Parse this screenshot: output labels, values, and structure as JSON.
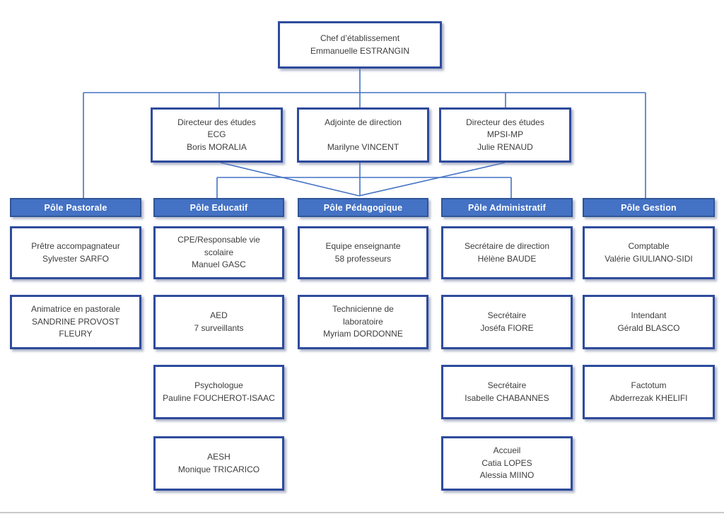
{
  "colors": {
    "box_border": "#2e4b9c",
    "header_fill": "#4472c4",
    "header_border": "#2f5597",
    "connector": "#4472c4",
    "text": "#3d3d3d",
    "header_text": "#ffffff"
  },
  "chart": {
    "root": {
      "lines": [
        "Chef d’établissement",
        "Emmanuelle ESTRANGIN"
      ]
    },
    "direction": [
      {
        "lines": [
          "Directeur des études",
          "ECG",
          "Boris MORALIA"
        ]
      },
      {
        "lines": [
          "Adjointe de direction",
          "",
          "Marilyne VINCENT"
        ]
      },
      {
        "lines": [
          "Directeur des études",
          "MPSI-MP",
          "Julie RENAUD"
        ]
      }
    ],
    "poles": [
      {
        "label": "Pôle Pastorale",
        "boxes": [
          {
            "lines": [
              "Prêtre accompagnateur",
              "Sylvester SARFO"
            ]
          },
          {
            "lines": [
              "Animatrice en pastorale",
              "SANDRINE PROVOST",
              "FLEURY"
            ]
          }
        ]
      },
      {
        "label": "Pôle Educatif",
        "boxes": [
          {
            "lines": [
              "CPE/Responsable vie",
              "scolaire",
              "Manuel GASC"
            ]
          },
          {
            "lines": [
              "AED",
              "7 surveillants"
            ]
          },
          {
            "lines": [
              "Psychologue",
              "Pauline FOUCHEROT-ISAAC"
            ]
          },
          {
            "lines": [
              "AESH",
              "Monique TRICARICO"
            ]
          }
        ]
      },
      {
        "label": "Pôle Pédagogique",
        "boxes": [
          {
            "lines": [
              "Equipe enseignante",
              "58 professeurs"
            ]
          },
          {
            "lines": [
              "Technicienne de",
              "laboratoire",
              "Myriam DORDONNE"
            ]
          }
        ]
      },
      {
        "label": "Pôle Administratif",
        "boxes": [
          {
            "lines": [
              "Secrétaire de direction",
              "Hélène BAUDE"
            ]
          },
          {
            "lines": [
              "Secrétaire",
              "Joséfa FIORE"
            ]
          },
          {
            "lines": [
              "Secrétaire",
              "Isabelle CHABANNES"
            ]
          },
          {
            "lines": [
              "Accueil",
              "Catia LOPES",
              "Alessia MIINO"
            ]
          }
        ]
      },
      {
        "label": "Pôle Gestion",
        "boxes": [
          {
            "lines": [
              "Comptable",
              "Valérie GIULIANO-SIDI"
            ]
          },
          {
            "lines": [
              "Intendant",
              "Gérald BLASCO"
            ]
          },
          {
            "lines": [
              "Factotum",
              "Abderrezak KHELIFI"
            ]
          }
        ]
      }
    ]
  }
}
